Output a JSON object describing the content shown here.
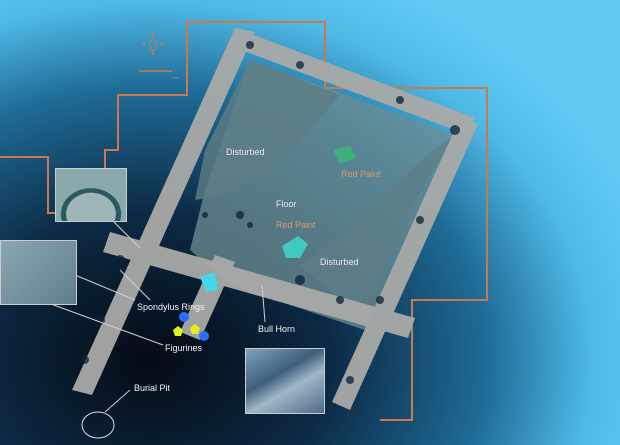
{
  "labels": {
    "disturbed_top": "Disturbed",
    "red_paint_top": "Red Paint",
    "floor": "Floor",
    "red_paint_mid": "Red Paint",
    "disturbed_right": "Disturbed",
    "spondylus": "Spondylus Rings",
    "bull_horn": "Bull Horn",
    "figurines": "Figurines",
    "burial_pit": "Burial Pit"
  },
  "scale": {
    "unit": "1 m"
  },
  "colors": {
    "outline": "#c87a4e",
    "wall": "#9a9a9a",
    "red_paint": "#3fc9c0",
    "figurine_blue": "#2e6bff",
    "figurine_yellow": "#e6f01c"
  }
}
